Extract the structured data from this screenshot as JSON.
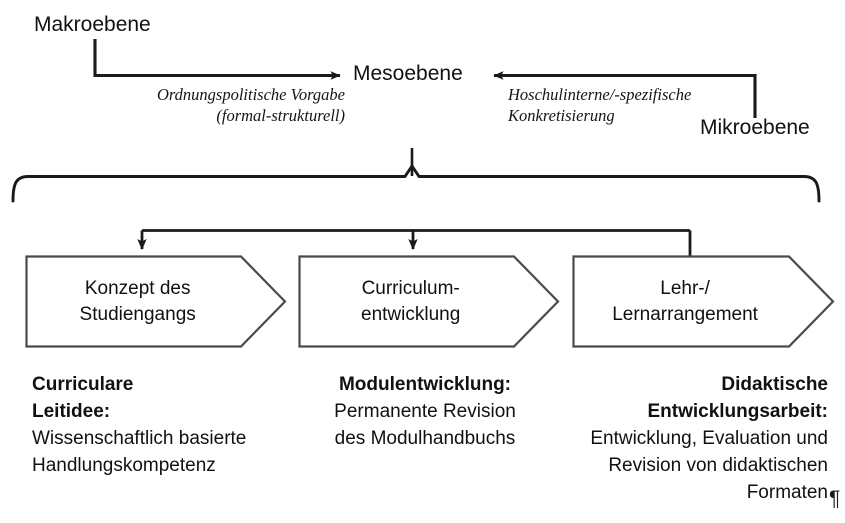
{
  "diagram": {
    "levels": {
      "makro": "Makroebene",
      "meso": "Mesoebene",
      "mikro": "Mikroebene"
    },
    "annotations": {
      "left": "Ordnungspolitische Vorgabe\n(formal-strukturell)",
      "right": "Hoschulinterne/-spezifische\nKonkretisierung"
    },
    "process_boxes": [
      {
        "label": "Konzept des\nStudiengangs"
      },
      {
        "label": "Curriculum-\nentwicklung"
      },
      {
        "label": "Lehr-/\nLernarrangement"
      }
    ],
    "descriptions": [
      {
        "heading": "Curriculare\nLeitidee:",
        "body": "Wissenschaftlich basierte\nHandlungskompetenz"
      },
      {
        "heading": "Modulentwicklung:",
        "body": "Permanente Revision\ndes Modulhandbuchs"
      },
      {
        "heading": "Didaktische\nEntwicklungsarbeit:",
        "body": "Entwicklung, Evaluation und\nRevision von didaktischen\nFormaten"
      }
    ],
    "marks": {
      "pilcrow": "¶"
    },
    "colors": {
      "stroke": "#1a1a1a",
      "box_stroke": "#4a4a4a",
      "background": "#ffffff",
      "text": "#111111"
    }
  }
}
